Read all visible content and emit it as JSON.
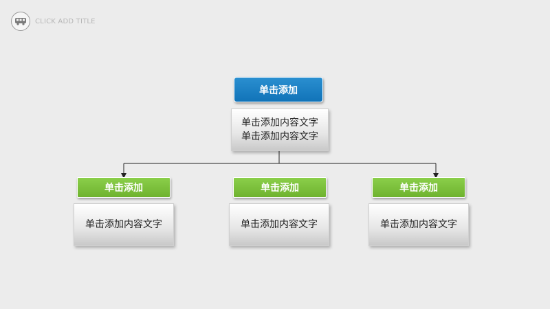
{
  "header": {
    "title": "CLICK ADD TITLE",
    "icon": "bus-icon"
  },
  "colors": {
    "top_node": "#1a7dc1",
    "child_node": "#79be3b",
    "connector": "#222222",
    "background": "#ececec"
  },
  "org_chart": {
    "root": {
      "title": "单击添加",
      "lines": [
        "单击添加内容文字",
        "单击添加内容文字"
      ]
    },
    "children": [
      {
        "title": "单击添加",
        "text": "单击添加内容文字"
      },
      {
        "title": "单击添加",
        "text": "单击添加内容文字"
      },
      {
        "title": "单击添加",
        "text": "单击添加内容文字"
      }
    ]
  }
}
